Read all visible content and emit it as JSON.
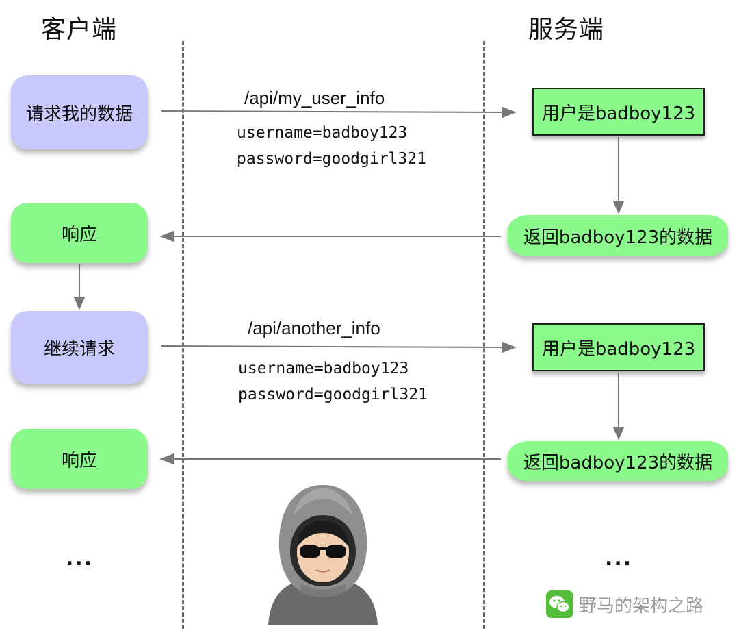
{
  "headers": {
    "client": "客户端",
    "server": "服务端"
  },
  "flow1": {
    "request": "请求我的数据",
    "path": "/api/my_user_info",
    "username": "username=badboy123",
    "password": "password=goodgirl321",
    "server_check": "用户是badboy123",
    "server_return": "返回badboy123的数据",
    "response": "响应"
  },
  "flow2": {
    "request": "继续请求",
    "path": "/api/another_info",
    "username": "username=badboy123",
    "password": "password=goodgirl321",
    "server_check": "用户是badboy123",
    "server_return": "返回badboy123的数据",
    "response": "响应"
  },
  "ellipsis": {
    "client": "...",
    "server": "..."
  },
  "watermark": {
    "text": "野马的架构之路"
  },
  "icons": {
    "attacker": "hacker-hoodie-sunglasses-icon",
    "watermark": "wechat-icon"
  },
  "colors": {
    "request_node": "#c9c8fb",
    "response_node": "#8cf98c",
    "server_node": "#8cf98c",
    "line": "#777777"
  }
}
